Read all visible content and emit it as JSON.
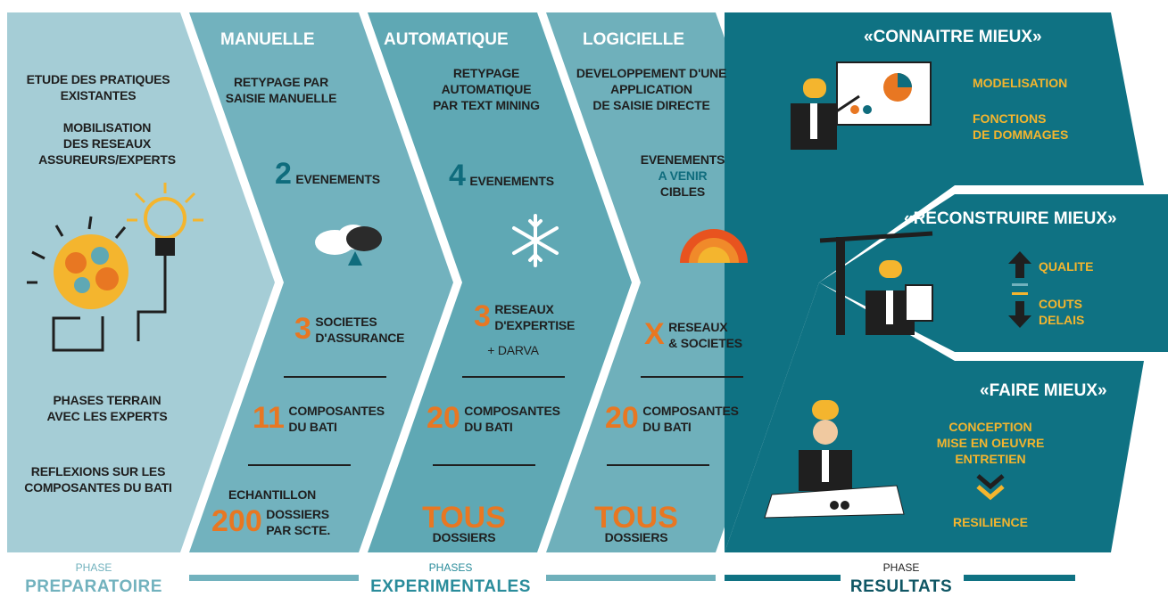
{
  "colors": {
    "panel1": "#a5cdd6",
    "panel2": "#72b2be",
    "panel3": "#5fa8b4",
    "panel4": "#6fb0bb",
    "panel5": "#0f7283",
    "orange": "#e87722",
    "teal_dark": "#0f6c7d",
    "yellow": "#f4b52e"
  },
  "col1": {
    "etude": [
      "ETUDE DES PRATIQUES",
      "EXISTANTES"
    ],
    "mobilisation": [
      "MOBILISATION",
      "DES RESEAUX",
      "ASSUREURS/EXPERTS"
    ],
    "phases": [
      "PHASES TERRAIN",
      "AVEC LES EXPERTS"
    ],
    "reflexions": [
      "REFLEXIONS SUR LES",
      "COMPOSANTES DU BATI"
    ],
    "icon": "brain-gears-lightbulb-icon"
  },
  "col2": {
    "title": "MANUELLE",
    "desc": [
      "RETYPAGE PAR",
      "SAISIE MANUELLE"
    ],
    "events_num": "2",
    "events_label": "EVENEMENTS",
    "icon": "cloud-rain-icon",
    "soc_num": "3",
    "soc_label": [
      "SOCIETES",
      "D'ASSURANCE"
    ],
    "comp_num": "11",
    "comp_label": [
      "COMPOSANTES",
      "DU BATI"
    ],
    "ech": "ECHANTILLON",
    "doss_num": "200",
    "doss_label": [
      "DOSSIERS",
      "PAR SCTE."
    ]
  },
  "col3": {
    "title": "AUTOMATIQUE",
    "desc": [
      "RETYPAGE",
      "AUTOMATIQUE",
      "PAR TEXT MINING"
    ],
    "events_num": "4",
    "events_label": "EVENEMENTS",
    "icon": "snowflake-icon",
    "res_num": "3",
    "res_label": [
      "RESEAUX",
      "D'EXPERTISE"
    ],
    "darva": "+ DARVA",
    "comp_num": "20",
    "comp_label": [
      "COMPOSANTES",
      "DU BATI"
    ],
    "tous": "TOUS",
    "dossiers": "DOSSIERS"
  },
  "col4": {
    "title": "LOGICIELLE",
    "desc": [
      "DEVELOPPEMENT D'UNE",
      "APPLICATION",
      "DE SAISIE DIRECTE"
    ],
    "events": [
      "EVENEMENTS",
      "A VENIR",
      "CIBLES"
    ],
    "icon": "half-sun-icon",
    "x": "X",
    "res_label": [
      "RESEAUX",
      "& SOCIETES"
    ],
    "comp_num": "20",
    "comp_label": [
      "COMPOSANTES",
      "DU BATI"
    ],
    "tous": "TOUS",
    "dossiers": "DOSSIERS"
  },
  "col5": {
    "connaitre": {
      "title": "«CONNAITRE MIEUX»",
      "items": [
        "MODELISATION",
        "FONCTIONS",
        "DE DOMMAGES"
      ],
      "icon": "presenter-chart-icon"
    },
    "reconstruire": {
      "title": "«RECONSTRUIRE MIEUX»",
      "qualite": "QUALITE",
      "couts": "COUTS",
      "delais": "DELAIS",
      "icon": "crane-worker-icon"
    },
    "faire": {
      "title": "«FAIRE MIEUX»",
      "items": [
        "CONCEPTION",
        "MISE EN OEUVRE",
        "ENTRETIEN"
      ],
      "resilience": "RESILIENCE",
      "icon": "worker-blueprint-icon"
    }
  },
  "footer": {
    "p1_small": "PHASE",
    "p1_big": "PREPARATOIRE",
    "p2_small": "PHASES",
    "p2_big": "EXPERIMENTALES",
    "p3_small": "PHASE",
    "p3_big": "RESULTATS"
  }
}
